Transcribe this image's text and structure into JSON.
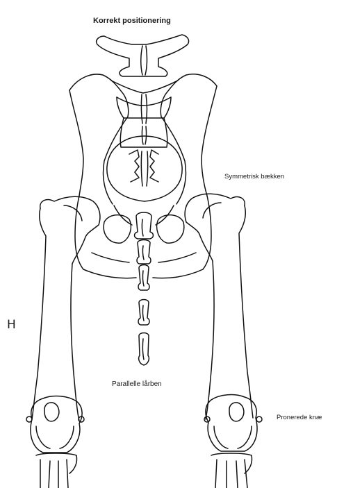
{
  "title": "Korrekt positionering",
  "labels": {
    "pelvis": "Symmetrisk bækken",
    "femora": "Parallelle lårben",
    "knees": "Pronerede knæ",
    "side_marker": "H"
  },
  "colors": {
    "line": "#111111",
    "background": "#ffffff"
  }
}
